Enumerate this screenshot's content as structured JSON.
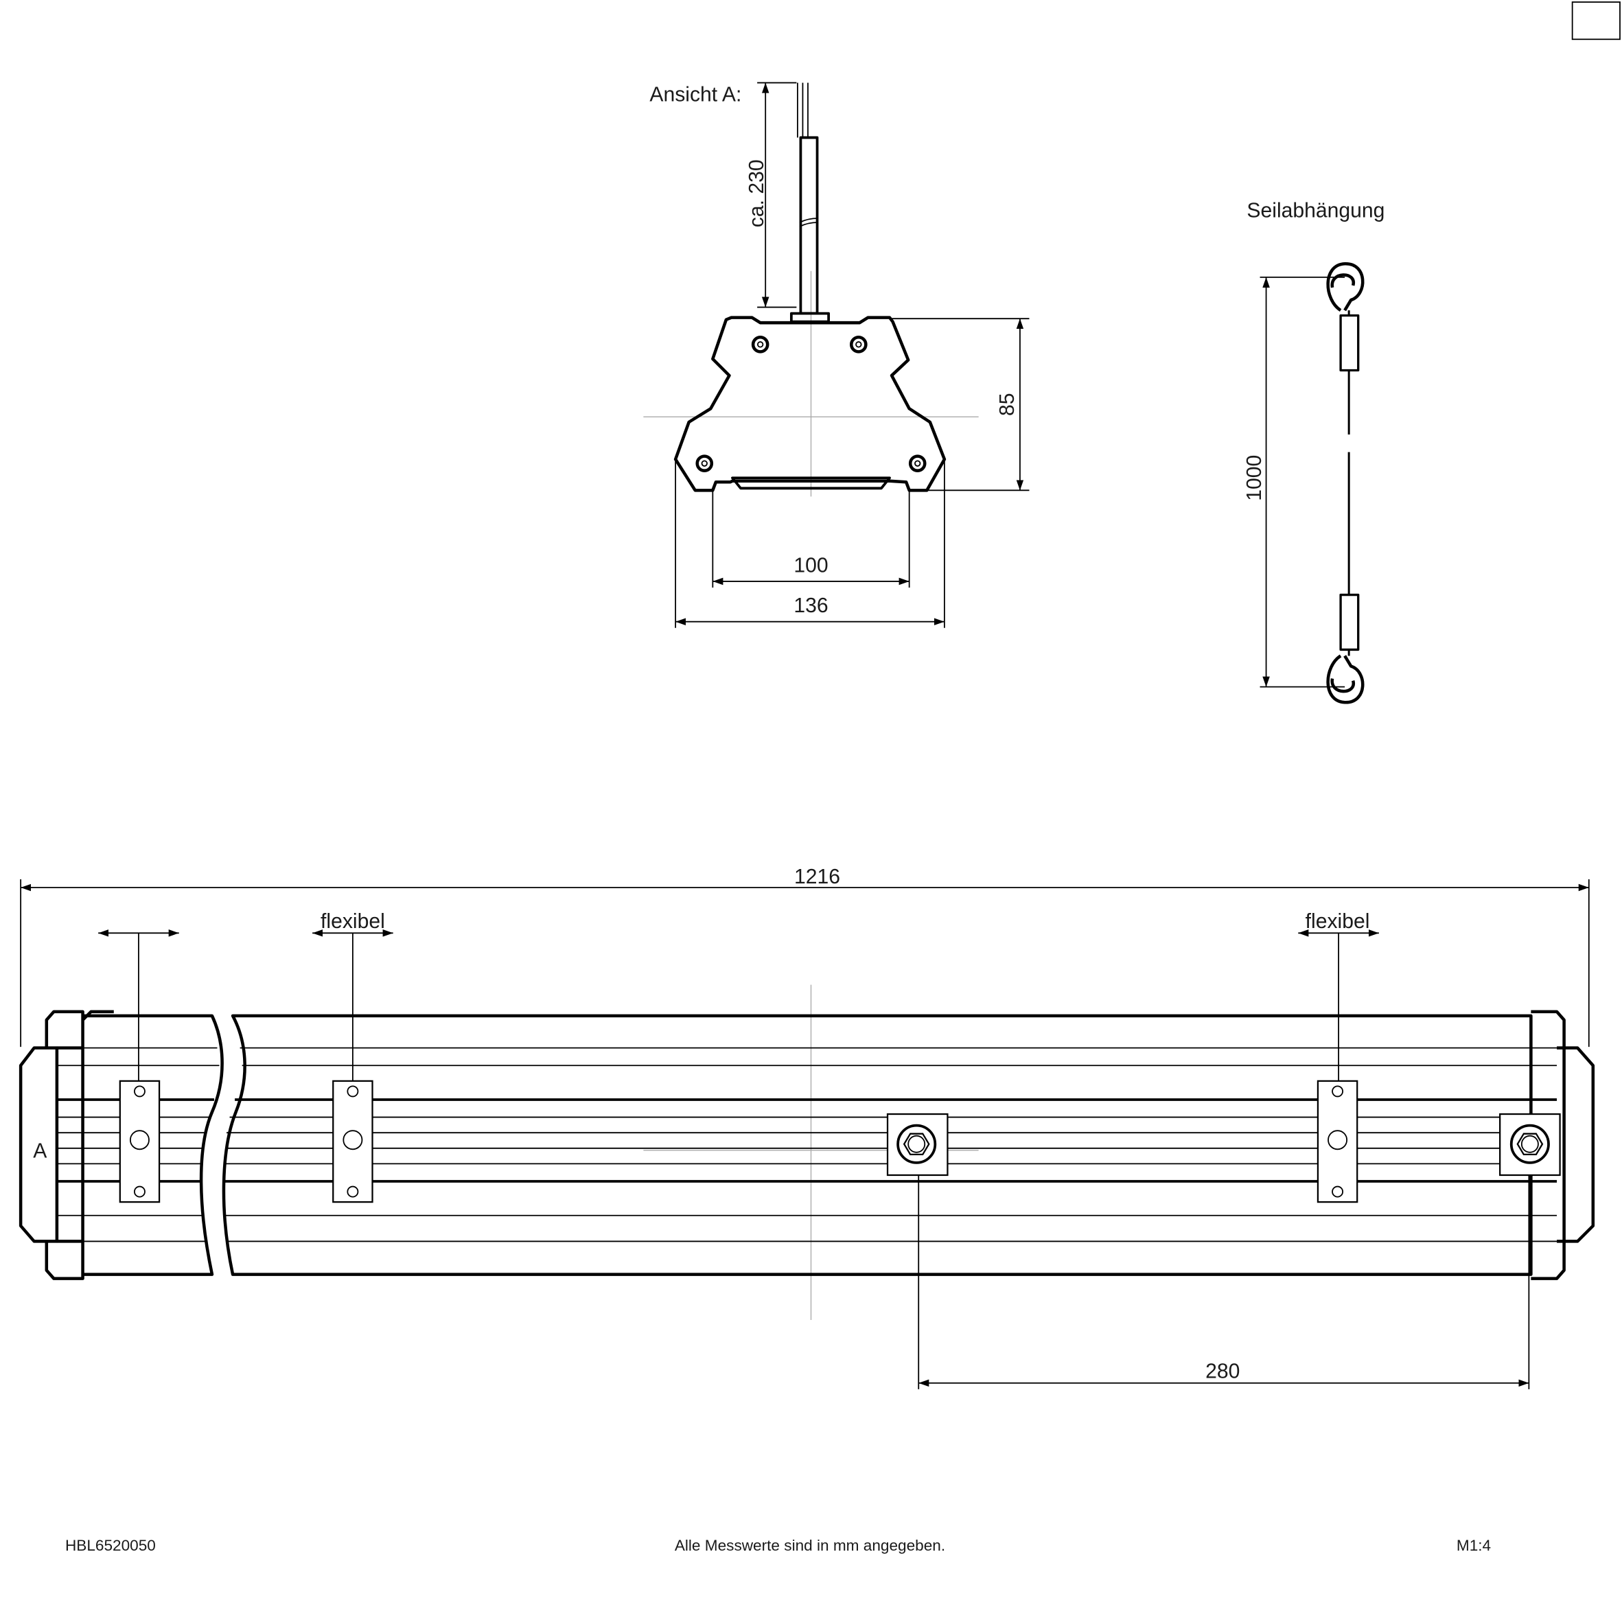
{
  "end_view": {
    "title": "Ansicht A:",
    "cable_length_label": "ca. 230",
    "height_label": "85",
    "inner_width_label": "100",
    "outer_width_label": "136"
  },
  "suspension": {
    "title": "Seilabhängung",
    "length_label": "1000"
  },
  "side_view": {
    "total_length_label": "1216",
    "flexible_label_left": "flexibel",
    "flexible_label_right": "flexibel",
    "view_marker": "A",
    "mount_spacing_label": "280"
  },
  "footer": {
    "article_number": "HBL6520050",
    "note": "Alle Messwerte sind in mm angegeben.",
    "scale": "M1:4"
  }
}
